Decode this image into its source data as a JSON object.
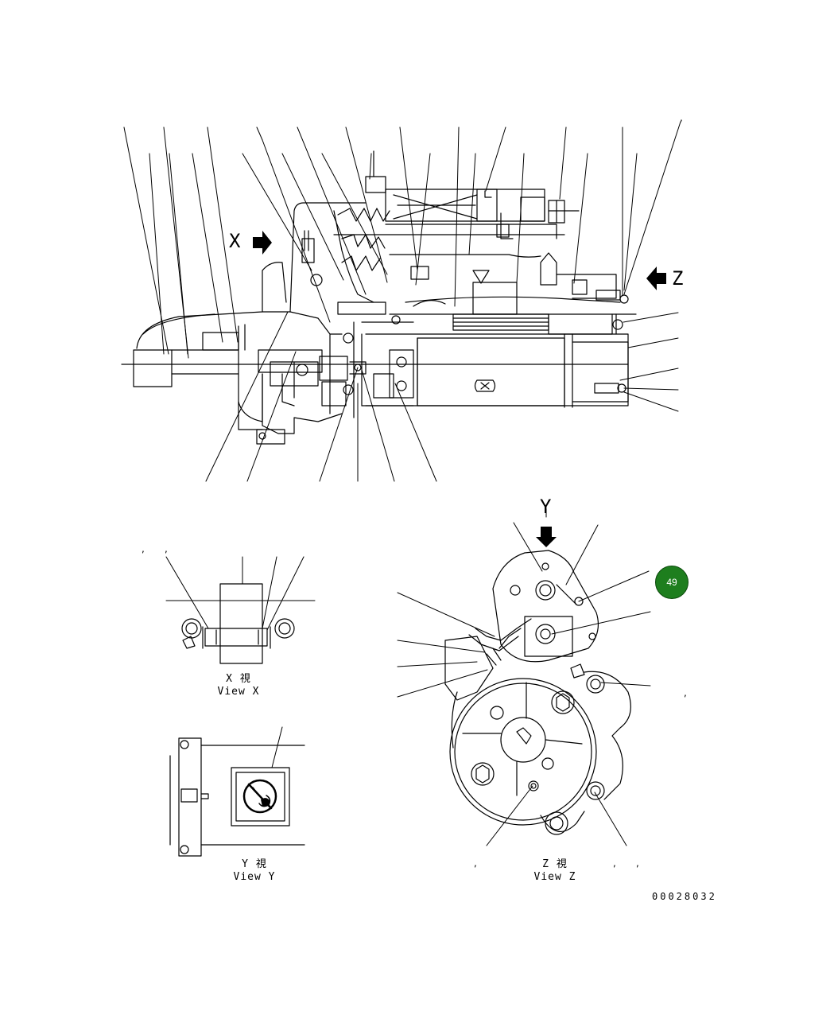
{
  "labels": {
    "view_x_letter": "X",
    "view_z_letter": "Z",
    "view_y_letter": "Y"
  },
  "captions": {
    "view_x_jp": "X 視",
    "view_x_en": "View X",
    "view_y_jp": "Y 視",
    "view_y_en": "View Y",
    "view_z_jp": "Z 視",
    "view_z_en": "View Z"
  },
  "page_badge": "49",
  "doc_number": "00028032",
  "comma_mark": ",",
  "colors": {
    "line": "#000000",
    "badge": "#1e7e1e"
  }
}
